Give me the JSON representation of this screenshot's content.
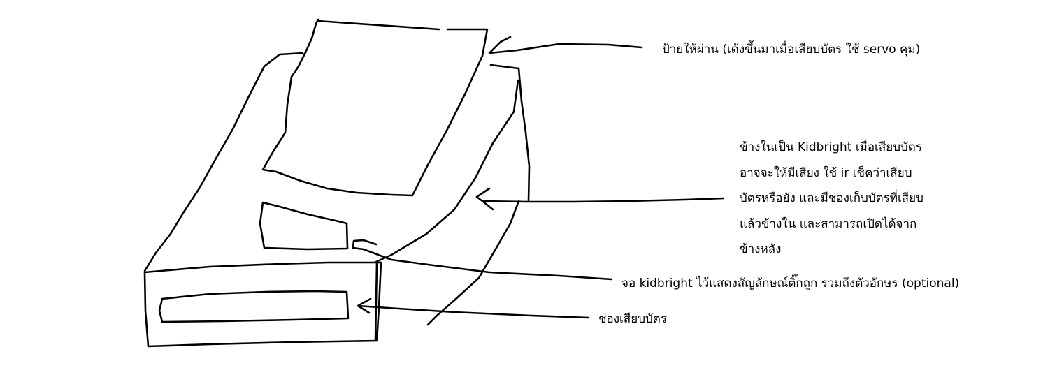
{
  "colors": {
    "background": "#ffffff",
    "ink": "#000000"
  },
  "annotations": {
    "gate_sign": "ป้ายให้ผ่าน (เด้งขึ้นมาเมื่อเสียบบัตร ใช้ servo คุม)",
    "inside_lines": [
      "ข้างในเป็น Kidbright เมื่อเสียบบัตร",
      "อาจจะให้มีเสียง ใช้ ir เช็คว่าเสียบ",
      "บัตรหรือยัง และมีช่องเก็บบัตรที่เสียบ",
      "แล้วข้างใน และสามารถเปิดได้จาก",
      "ข้างหลัง"
    ],
    "screen": "จอ kidbright ไว้แสดงสัญลักษณ์ติ๊กถูก รวมถึงตัวอักษร (optional)",
    "card_slot": "ช่องเสียบบัตร"
  }
}
